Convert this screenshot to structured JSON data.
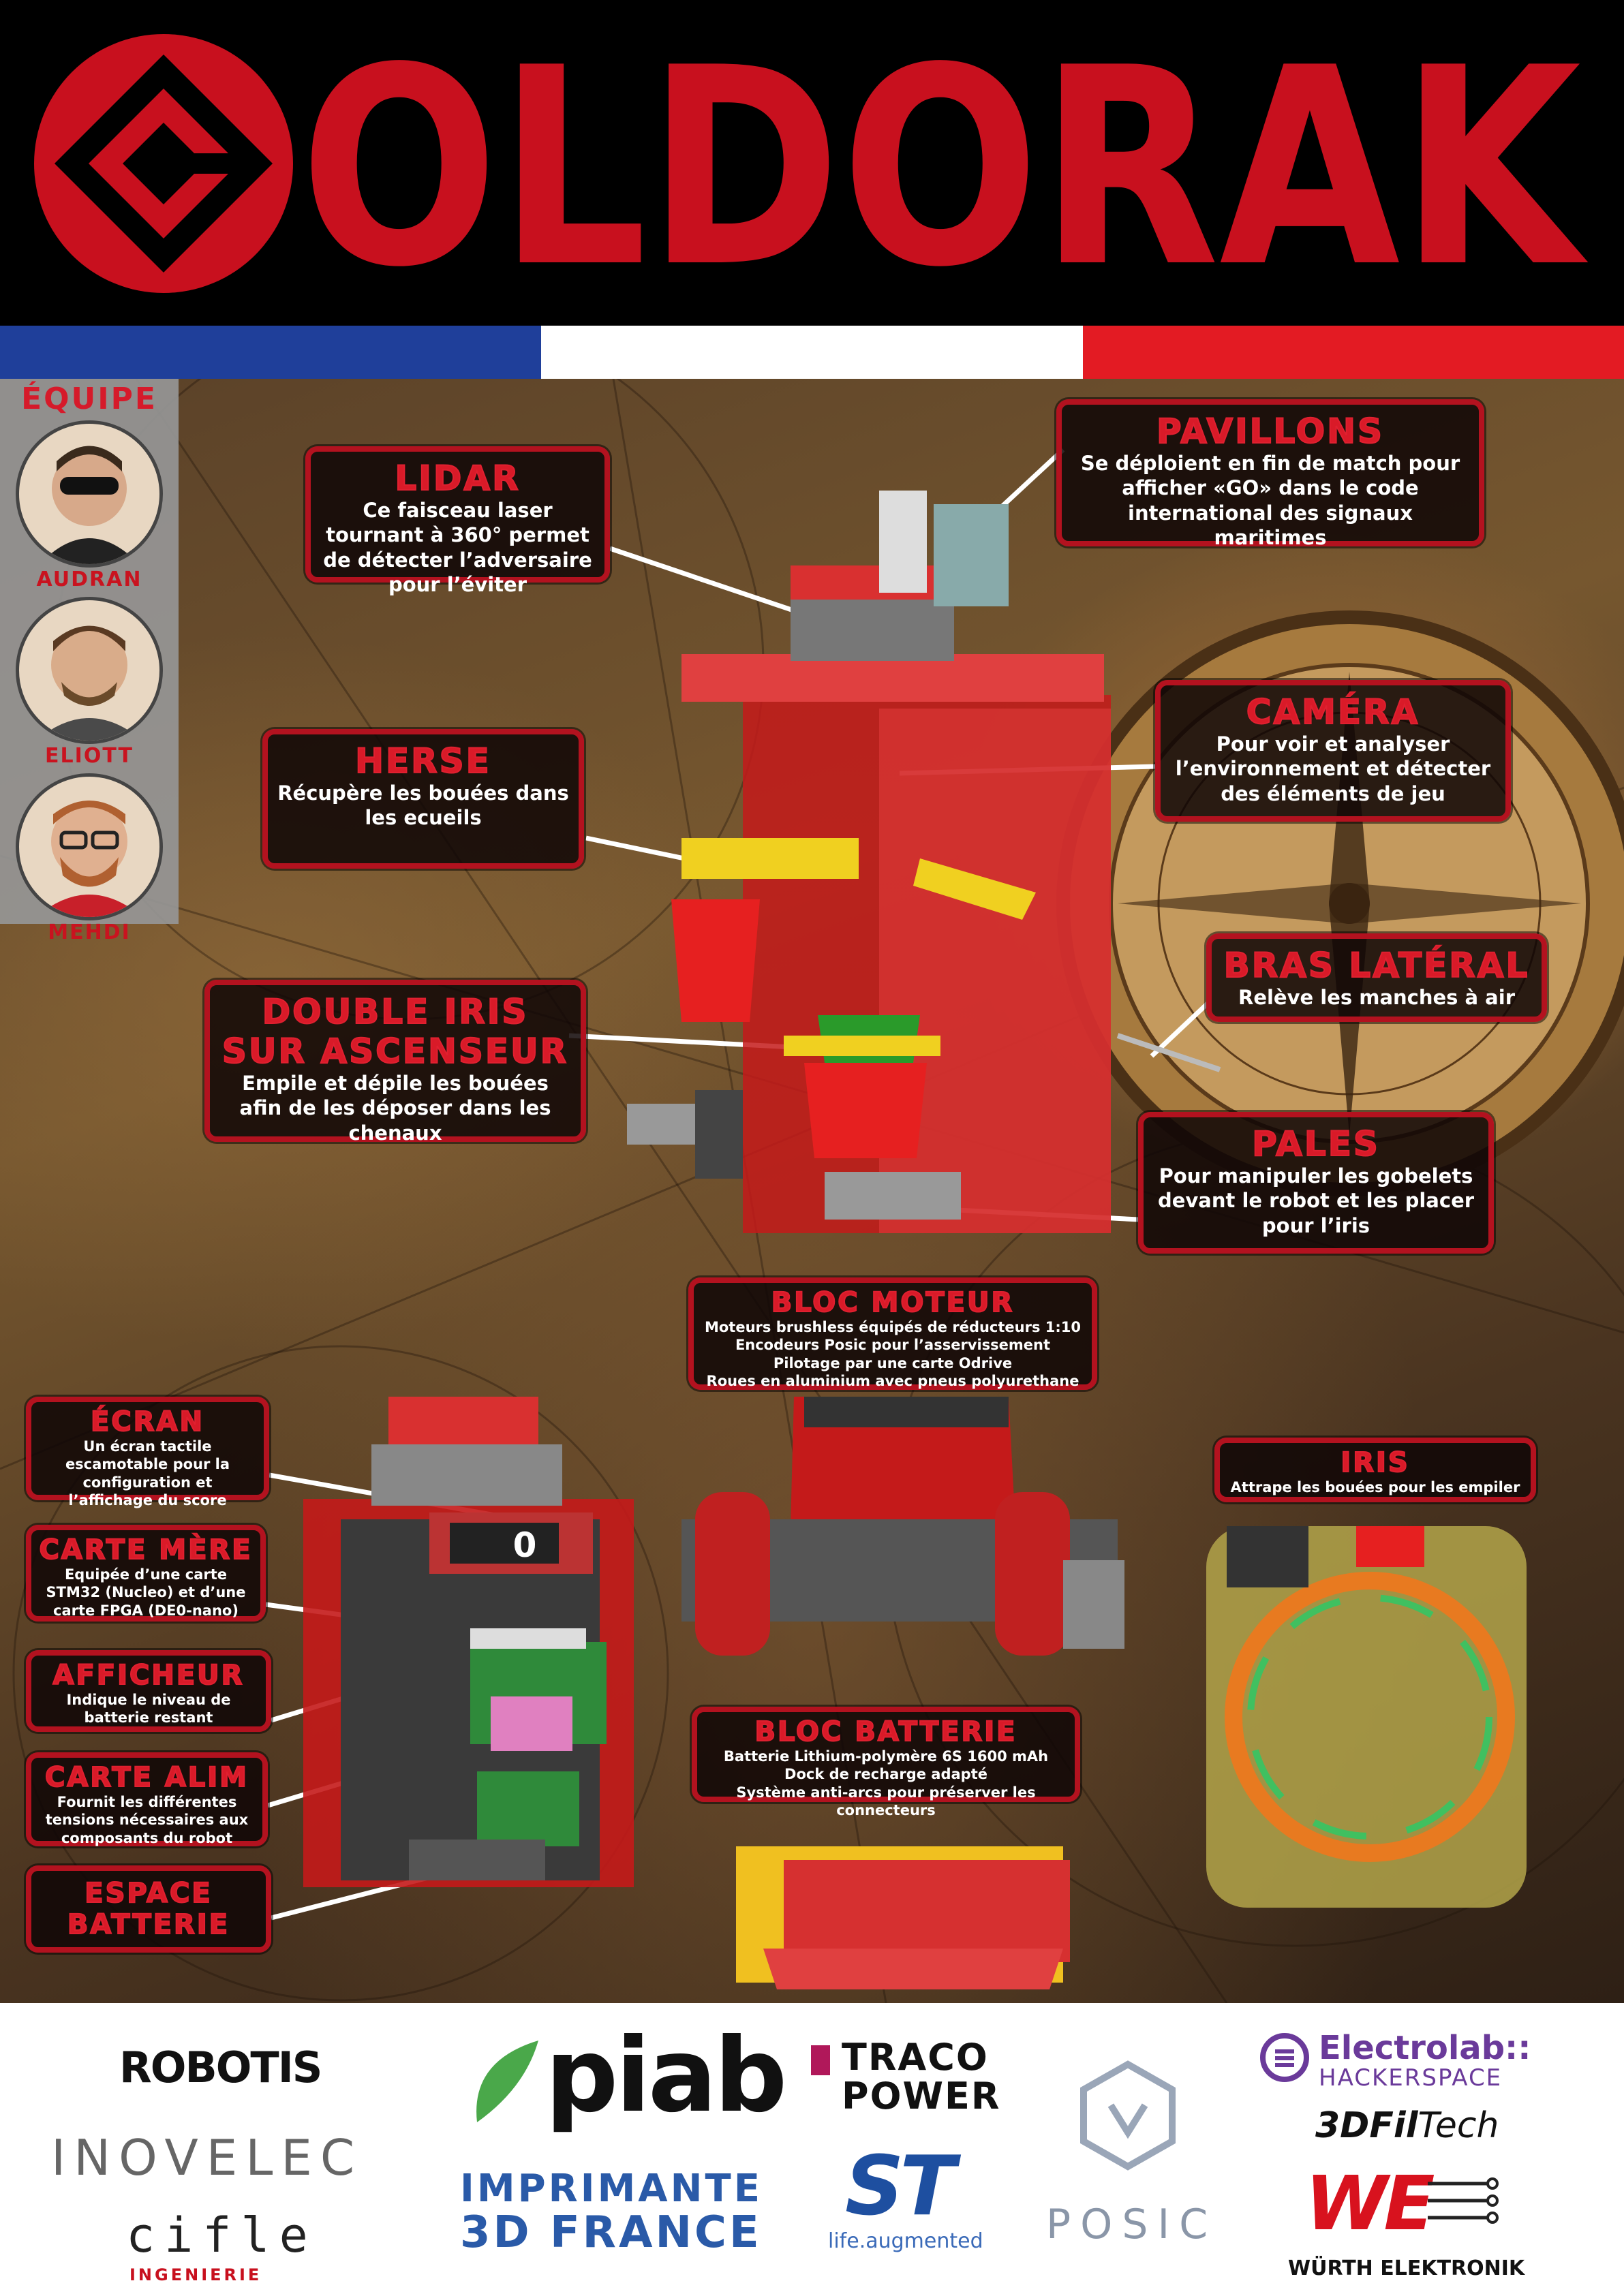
{
  "header": {
    "title": "GOLDORAK",
    "flag_colors": [
      "#1f3f9a",
      "#ffffff",
      "#e31b23"
    ]
  },
  "team": {
    "title": "ÉQUIPE",
    "members": [
      {
        "name": "AUDRAN"
      },
      {
        "name": "ELIOTT"
      },
      {
        "name": "MEHDI"
      }
    ]
  },
  "callouts": {
    "lidar": {
      "title": "LIDAR",
      "desc": "Ce faisceau laser tournant à 360° permet de détecter l’adversaire pour l’éviter"
    },
    "pavillons": {
      "title": "PAVILLONS",
      "desc": "Se déploient en fin de match pour afficher «GO» dans le code international des signaux maritimes"
    },
    "herse": {
      "title": "HERSE",
      "desc": "Récupère les bouées dans les ecueils"
    },
    "camera": {
      "title": "CAMÉRA",
      "desc": "Pour voir et analyser l’environnement et détecter des éléments de jeu"
    },
    "bras": {
      "title": "BRAS LATÉRAL",
      "desc": "Relève les manches à air"
    },
    "iris_double": {
      "title": "DOUBLE IRIS SUR ASCENSEUR",
      "desc": "Empile et dépile les bouées afin de les déposer dans les chenaux"
    },
    "pales": {
      "title": "PALES",
      "desc": "Pour manipuler les gobelets devant le robot et les placer pour l’iris"
    },
    "bloc_moteur": {
      "title": "BLOC MOTEUR",
      "lines": [
        "Moteurs brushless équipés de réducteurs 1:10",
        "Encodeurs Posic pour l’asservissement",
        "Pilotage par une carte Odrive",
        "Roues en aluminium avec pneus polyurethane"
      ]
    },
    "ecran": {
      "title": "ÉCRAN",
      "desc": "Un écran tactile escamotable pour la configuration et l’affichage du score"
    },
    "carte_mere": {
      "title": "CARTE MÈRE",
      "desc": "Equipée d’une carte STM32 (Nucleo) et d’une carte FPGA (DE0-nano)"
    },
    "afficheur": {
      "title": "AFFICHEUR",
      "desc": "Indique le niveau de batterie restant"
    },
    "carte_alim": {
      "title": "CARTE ALIM",
      "desc": "Fournit les différentes tensions nécessaires aux composants du robot"
    },
    "espace_batterie": {
      "title": "ESPACE BATTERIE"
    },
    "iris": {
      "title": "IRIS",
      "desc": "Attrape les bouées pour les empiler"
    },
    "bloc_batterie": {
      "title": "BLOC BATTERIE",
      "lines": [
        "Batterie Lithium-polymère 6S 1600 mAh",
        "Dock de recharge adapté",
        "Système anti-arcs pour préserver les connecteurs"
      ]
    }
  },
  "screen_value": "0",
  "sponsors": {
    "robotis": "ROBOTIS",
    "inovelec": "INOVELEC",
    "cifle": "cifle",
    "cifle_sub": "INGENIERIE",
    "piab": "piab",
    "imprimante_1": "IMPRIMANTE",
    "imprimante_2": "3D FRANCE",
    "traco_1": "TRACO",
    "traco_2": "POWER",
    "st": "ST",
    "st_sub": "life.augmented",
    "posic": "POSIC",
    "electrolab_1": "Electrolab::",
    "electrolab_2": "HACKERSPACE",
    "filtech_1": "3DFil",
    "filtech_2": "Tech",
    "we": "WE",
    "wurth": "WÜRTH ELEKTRONIK"
  },
  "colors": {
    "accent": "#d61a2a",
    "box_border": "#b3121f"
  }
}
